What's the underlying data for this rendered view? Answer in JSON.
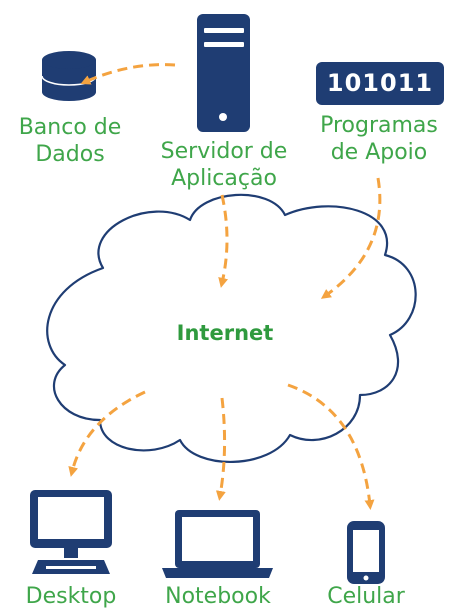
{
  "colors": {
    "icon": "#1f3d73",
    "label": "#3fa64a",
    "arrow": "#f4a340",
    "cloud_stroke": "#1f3d73"
  },
  "nodes": {
    "database": {
      "label_line1": "Banco de",
      "label_line2": "Dados",
      "icon": "database-icon"
    },
    "server": {
      "label_line1": "Servidor de",
      "label_line2": "Aplicação",
      "icon": "server-icon"
    },
    "support": {
      "code": "101011",
      "label_line1": "Programas",
      "label_line2": "de Apoio",
      "icon": "binary-code-icon"
    },
    "internet": {
      "label": "Internet",
      "icon": "cloud-icon"
    },
    "desktop": {
      "label": "Desktop",
      "icon": "desktop-icon"
    },
    "notebook": {
      "label": "Notebook",
      "icon": "laptop-icon"
    },
    "phone": {
      "label": "Celular",
      "icon": "smartphone-icon"
    }
  },
  "connections": [
    {
      "from": "server",
      "to": "database"
    },
    {
      "from": "server",
      "to": "internet"
    },
    {
      "from": "support",
      "to": "internet"
    },
    {
      "from": "internet",
      "to": "desktop"
    },
    {
      "from": "internet",
      "to": "notebook"
    },
    {
      "from": "internet",
      "to": "phone"
    }
  ]
}
